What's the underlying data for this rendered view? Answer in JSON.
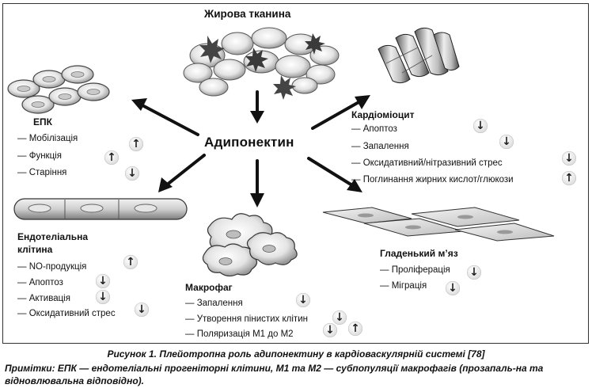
{
  "diagram": {
    "center_label": "Адипонектин",
    "fat_tissue_label": "Жирова тканина",
    "epk": {
      "title": "ЕПК",
      "items": [
        {
          "text": "— Мобілізація",
          "arrow": "↑"
        },
        {
          "text": "— Функція",
          "arrow": "↑"
        },
        {
          "text": "— Старіння",
          "arrow": "↓"
        }
      ]
    },
    "cardio": {
      "title": "Кардіоміоцит",
      "items": [
        {
          "text": "— Апоптоз",
          "arrow": "↓"
        },
        {
          "text": "— Запалення",
          "arrow": "↓"
        },
        {
          "text": "— Оксидативний/нітразивний стрес",
          "arrow": "↓"
        },
        {
          "text": "— Поглинання жирних кислот/глюкози",
          "arrow": "↑"
        }
      ]
    },
    "endo": {
      "title_line1": "Ендотеліальна",
      "title_line2": "клітина",
      "items": [
        {
          "text": "— NO-продукція",
          "arrow": "↑"
        },
        {
          "text": "— Апоптоз",
          "arrow": "↓"
        },
        {
          "text": "— Активація",
          "arrow": "↓"
        },
        {
          "text": "— Оксидативний стрес",
          "arrow": "↓"
        }
      ]
    },
    "macro": {
      "title": "Макрофаг",
      "items": [
        {
          "text": "— Запалення",
          "arrows": [
            "↓"
          ]
        },
        {
          "text": "— Утворення пінистих клітин",
          "arrows": [
            "↓"
          ]
        },
        {
          "text": "— Поляризація М1 до М2",
          "arrows": [
            "↓",
            "↑"
          ]
        }
      ]
    },
    "smooth": {
      "title": "Гладенький м’яз",
      "items": [
        {
          "text": "— Проліферація",
          "arrow": "↓"
        },
        {
          "text": "— Міграція",
          "arrow": "↓"
        }
      ]
    }
  },
  "caption": "Рисунок 1. Плейотропна роль адипонектину в кардіоваскулярній системі [78]",
  "note": "Примітки: ЕПК — ендотеліальні прогеніторні клітини, М1 та М2 — субпопуляції макрофагів (прозапаль-на та відновлювальна відповідно)."
}
